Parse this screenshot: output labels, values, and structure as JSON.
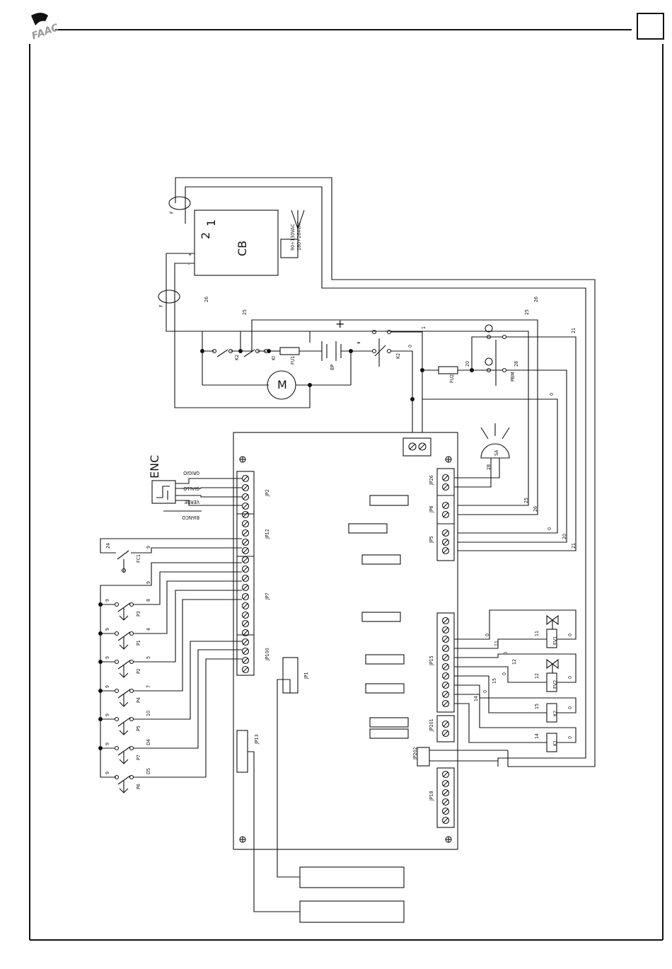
{
  "logo": {
    "text": "FAAC"
  },
  "control_unit": {
    "name": "CB",
    "terminal_2": "2",
    "terminal_1": "1",
    "voltage_1": "90÷130VAC",
    "voltage_2": "180÷264VAC"
  },
  "labels": {
    "F": "F",
    "KI": "KI",
    "K2": "K2",
    "FU1": "FU1",
    "FU2": "FU2",
    "BP": "BP",
    "PBM": "PBM",
    "M": "M",
    "SA": "SA",
    "ENC": "ENC",
    "FC1": "FC1",
    "P1": "P1",
    "P2": "P2",
    "P3": "P3",
    "P4": "P4",
    "P5": "P5",
    "P6": "P6",
    "P7": "P7",
    "EV1": "EV1",
    "EV2": "EV2",
    "K1": "K1",
    "K2b": "K2",
    "JP1": "JP1",
    "JP2": "JP2",
    "JP5": "JP5",
    "JP6": "JP6",
    "JP7": "JP7",
    "JP12": "JP12",
    "JP13": "JP13",
    "JP15": "JP15",
    "JP18": "JP18",
    "JP26": "JP26",
    "JP100": "JP100",
    "JP201": "JP201",
    "JP202": "JP202"
  },
  "wire_numbers": [
    "26",
    "25",
    "26",
    "25",
    "1",
    "0",
    "20",
    "28",
    "21",
    "0",
    "0",
    "26",
    "25",
    "20",
    "21",
    "0",
    "11",
    "0",
    "12",
    "0",
    "15",
    "13",
    "14",
    "10",
    "13",
    "0",
    "14",
    "0",
    "24",
    "9",
    "8",
    "4",
    "5",
    "7",
    "10",
    "D4",
    "D5",
    "28",
    "9",
    "1"
  ],
  "encoder_wires": [
    "GRIGIO",
    "GIALLO",
    "VERDE",
    "BIANCO"
  ],
  "symbols": {
    "plus": "+",
    "minus": "-"
  }
}
